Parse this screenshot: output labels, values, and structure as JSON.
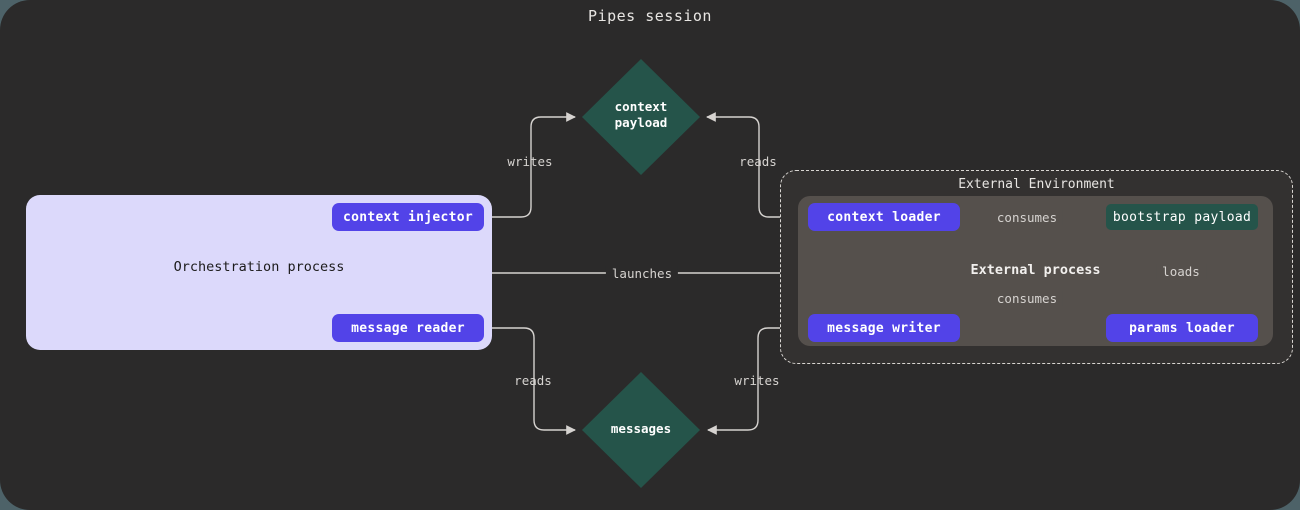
{
  "title": "Pipes session",
  "theme": {
    "canvas_bg": "#2b2a2a",
    "outside_bg": "#4d6268",
    "orchestration_bg": "#dcd9fb",
    "badge_purple": "#5243e8",
    "asset_teal": "#25544a",
    "external_process_bg": "#55504c",
    "edge_stroke": "#d6d3d0"
  },
  "orchestration": {
    "label": "Orchestration process",
    "nodes": [
      {
        "id": "context-injector",
        "label": "context injector",
        "kind": "purple"
      },
      {
        "id": "message-reader",
        "label": "message reader",
        "kind": "purple"
      }
    ]
  },
  "external_environment": {
    "label": "External Environment",
    "process": {
      "label": "External process",
      "nodes": [
        {
          "id": "context-loader",
          "label": "context loader",
          "kind": "purple"
        },
        {
          "id": "message-writer",
          "label": "message writer",
          "kind": "purple"
        },
        {
          "id": "params-loader",
          "label": "params loader",
          "kind": "purple"
        },
        {
          "id": "bootstrap-payload",
          "label": "bootstrap payload",
          "kind": "teal"
        }
      ]
    }
  },
  "assets": [
    {
      "id": "context-payload",
      "label": "context\npayload",
      "shape": "diamond",
      "color": "#25544a"
    },
    {
      "id": "messages",
      "label": "messages",
      "shape": "diamond",
      "color": "#25544a"
    }
  ],
  "edges": [
    {
      "id": "writes-ctx",
      "label": "writes",
      "from": "context-injector",
      "to": "context-payload"
    },
    {
      "id": "reads-ctx",
      "label": "reads",
      "from": "context-payload",
      "to": "context-loader"
    },
    {
      "id": "launches",
      "label": "launches",
      "from": "orchestration-process",
      "to": "external-process"
    },
    {
      "id": "reads-msg",
      "label": "reads",
      "from": "messages",
      "to": "message-reader"
    },
    {
      "id": "writes-msg",
      "label": "writes",
      "from": "message-writer",
      "to": "messages"
    },
    {
      "id": "consumes-1",
      "label": "consumes",
      "from": "context-loader",
      "to": "bootstrap-payload"
    },
    {
      "id": "consumes-2",
      "label": "consumes",
      "from": "message-writer",
      "to": "bootstrap-payload"
    },
    {
      "id": "loads",
      "label": "loads",
      "from": "params-loader",
      "to": "bootstrap-payload"
    }
  ]
}
